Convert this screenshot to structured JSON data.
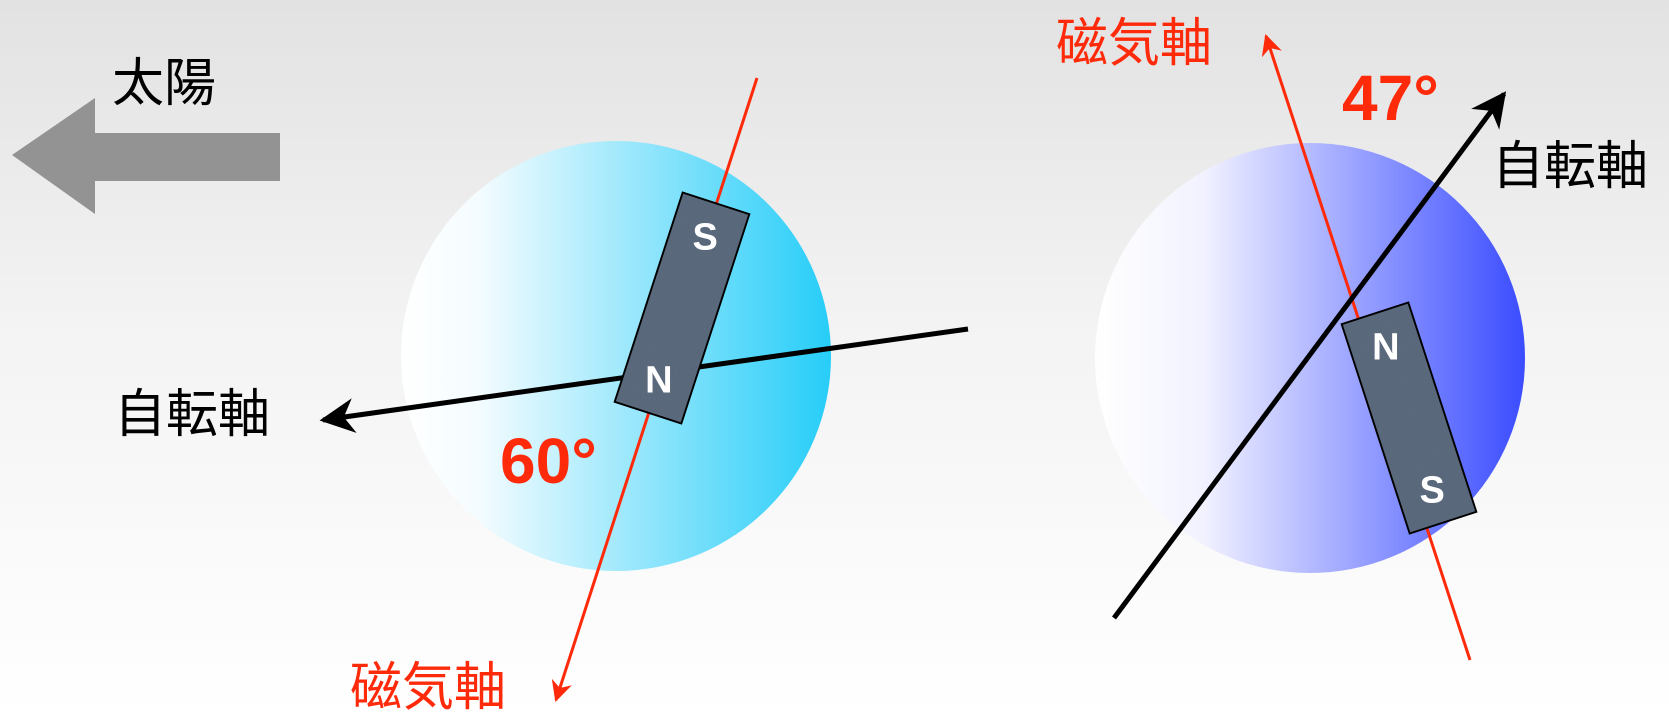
{
  "sun": {
    "label": "太陽",
    "arrow_icon": "left-arrow-icon"
  },
  "left_planet": {
    "rotation_axis_label": "自転軸",
    "magnetic_axis_label": "磁気軸",
    "tilt_angle": "60°",
    "magnet": {
      "top_pole": "S",
      "bottom_pole": "N"
    },
    "color": "#2ecdf7"
  },
  "right_planet": {
    "rotation_axis_label": "自転軸",
    "magnetic_axis_label": "磁気軸",
    "tilt_angle": "47°",
    "magnet": {
      "top_pole": "N",
      "bottom_pole": "S"
    },
    "color": "#3c50ff"
  },
  "colors": {
    "magnetic_axis": "#ff2a0a",
    "rotation_axis": "#000000",
    "magnet_fill": "#5d6d80",
    "sun_arrow": "#939393"
  }
}
